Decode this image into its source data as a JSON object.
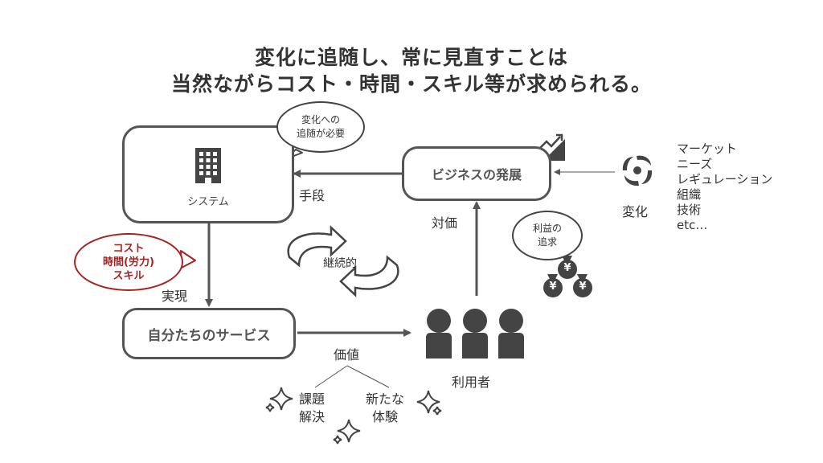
{
  "title": {
    "line1": "変化に追随し、常に見直すことは",
    "line2": "当然ながらコスト・時間・スキル等が求められる。"
  },
  "boxes": {
    "system": "システム",
    "business": "ビジネスの発展",
    "service": "自分たちのサービス"
  },
  "bubbles": {
    "system_need": [
      "変化への",
      "追随が必要"
    ],
    "cost": [
      "コスト",
      "時間(労力)",
      "スキル"
    ],
    "profit": [
      "利益の",
      "追求"
    ]
  },
  "labels": {
    "means": "手段",
    "cost_value": "対価",
    "realize": "実現",
    "continuous": "継続的",
    "value": "価値",
    "users": "利用者",
    "change": "変化",
    "solve": [
      "課題",
      "解決"
    ],
    "experience": [
      "新たな",
      "体験"
    ]
  },
  "change_factors": [
    "マーケット",
    "ニーズ",
    "レギュレーション",
    "組織",
    "技術",
    "etc…"
  ],
  "icons": {
    "currency_symbol": "¥"
  },
  "colors": {
    "box_border": "#555555",
    "accent_red": "#a82020",
    "icon_dark": "#444444"
  }
}
